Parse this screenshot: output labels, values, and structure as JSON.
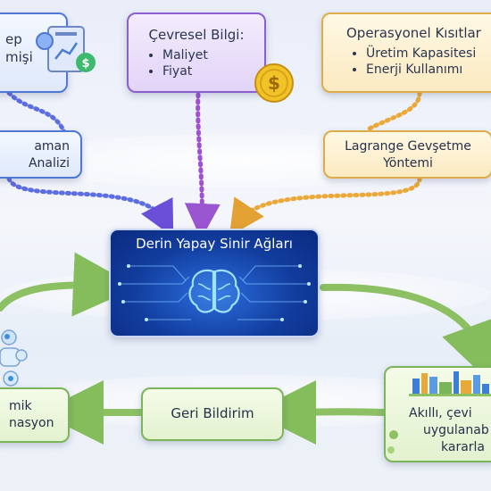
{
  "boxes": {
    "top_left": {
      "line1": "ep",
      "line2": "mişi"
    },
    "top_center": {
      "title": "Çevresel Bilgi:",
      "items": [
        "Maliyet",
        "Fiyat"
      ]
    },
    "top_right": {
      "title": "Operasyonel Kısıtlar",
      "items": [
        "Üretim Kapasitesi",
        "Enerji Kullanımı"
      ]
    },
    "mid_left": {
      "line1": "aman",
      "line2": "Analizi"
    },
    "mid_right": {
      "line1": "Lagrange Gevşetme",
      "line2": "Yöntemi"
    },
    "center": {
      "title": "Derin Yapay Sinir Ağları"
    },
    "bottom_center": {
      "label": "Geri Bildirim"
    },
    "bottom_left": {
      "line1": "mik",
      "line2": "nasyon"
    },
    "bottom_right": {
      "line1": "Akıllı, çevi",
      "line2": "uygulanab",
      "line3": "kararla"
    }
  },
  "icons": {
    "dollar_coin": "dollar-coin-icon",
    "chart_report": "chart-report-icon",
    "brain": "brain-icon",
    "robot": "robot-icon",
    "factory": "factory-icon"
  },
  "colors": {
    "blue_border": "#4f78d6",
    "purple_border": "#8a5fd0",
    "yellow_border": "#e0ac4a",
    "green_border": "#7bb55a",
    "center_bg": "#0b2a80",
    "arrow_green": "#8cc063"
  }
}
